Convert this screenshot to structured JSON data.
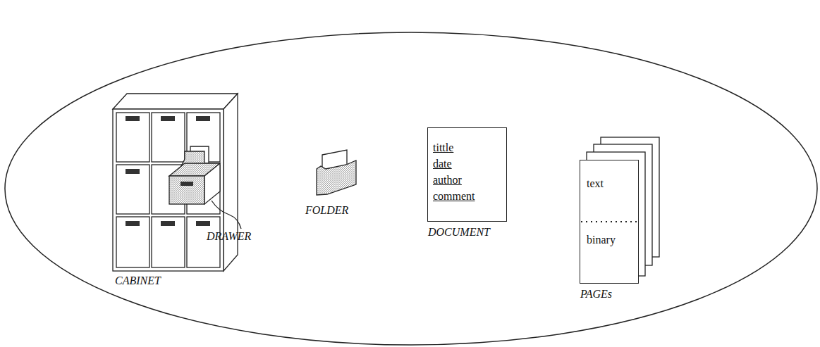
{
  "diagram": {
    "nodes": [
      {
        "text": [
          "DOCUMENT",
          "tittle",
          "date",
          "author",
          "comment"
        ]
      },
      {
        "text": [
          "PAGEs",
          "text",
          "binary"
        ]
      }
    ],
    "labels": [
      "CABINET",
      "DRAWER",
      "FOLDER"
    ]
  }
}
